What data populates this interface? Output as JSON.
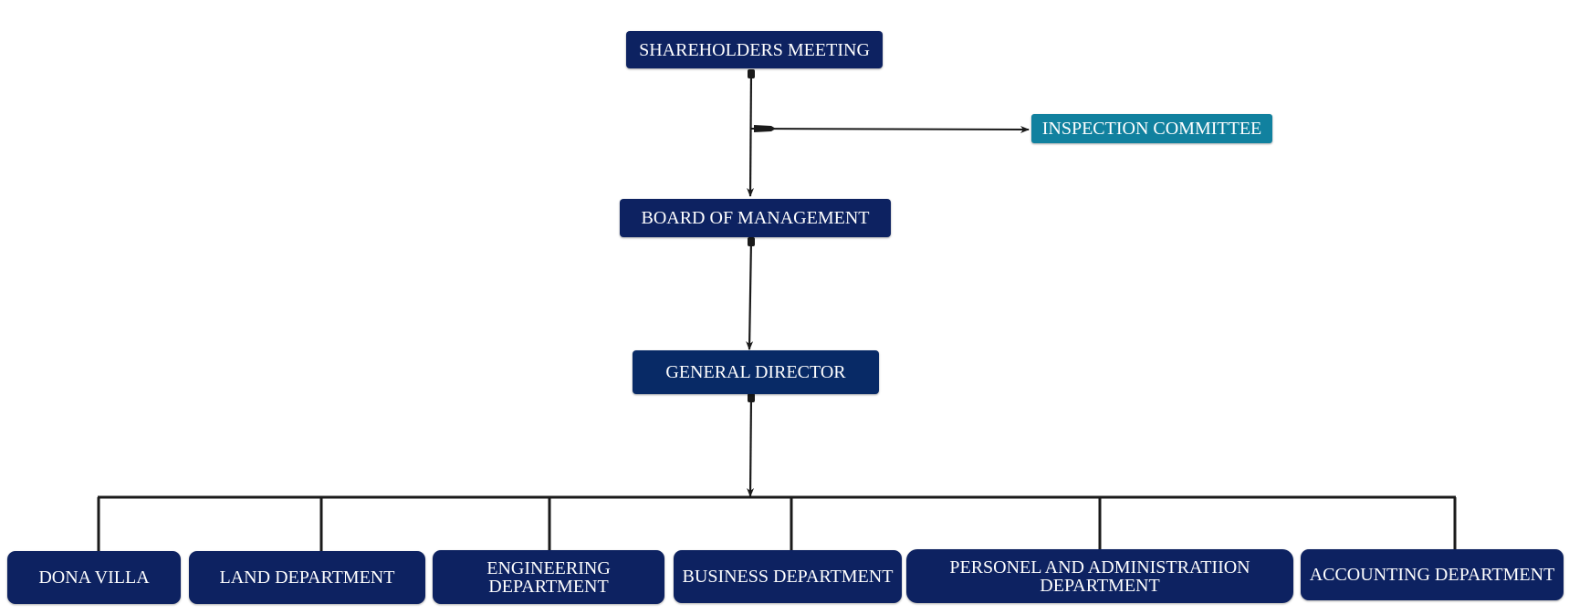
{
  "colors": {
    "node_navy": "#0d2261",
    "node_teal": "#11819f",
    "connector": "#1a1a1a"
  },
  "nodes": {
    "shareholders": "SHAREHOLDERS MEETING",
    "inspection": "INSPECTION COMMITTEE",
    "board": "BOARD OF MANAGEMENT",
    "director": "GENERAL DIRECTOR"
  },
  "departments": [
    {
      "label": "DONA VILLA"
    },
    {
      "label": "LAND DEPARTMENT"
    },
    {
      "label": "ENGINEERING DEPARTMENT",
      "line1": "ENGINEERING",
      "line2": "DEPARTMENT"
    },
    {
      "label": "BUSINESS DEPARTMENT"
    },
    {
      "label": "PERSONEL AND ADMINISTRATIION DEPARTMENT",
      "line1": "PERSONEL AND ADMINISTRATIION",
      "line2": "DEPARTMENT"
    },
    {
      "label": "ACCOUNTING DEPARTMENT"
    }
  ]
}
